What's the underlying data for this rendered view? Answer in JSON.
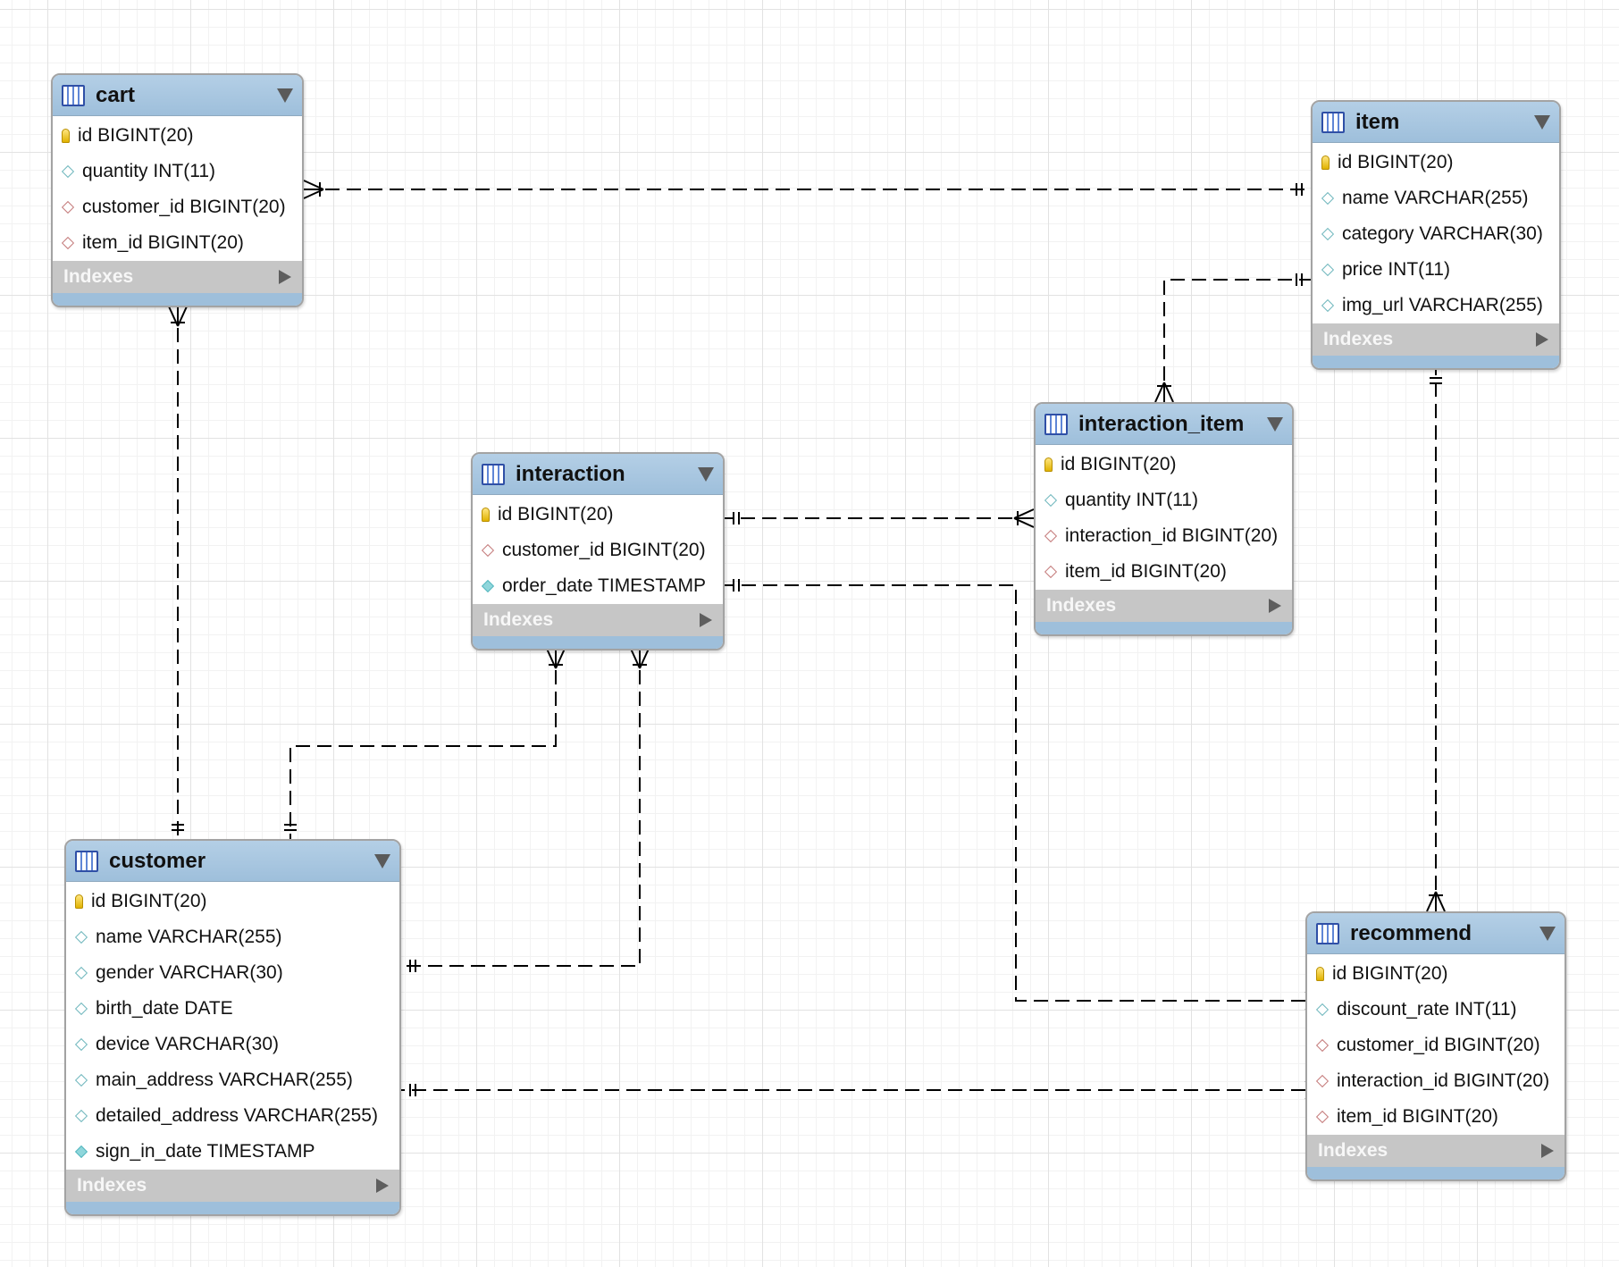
{
  "diagram": {
    "tables": [
      {
        "key": "cart",
        "name": "cart",
        "columns": [
          {
            "text": "id BIGINT(20)",
            "kind": "primary-key"
          },
          {
            "text": "quantity INT(11)",
            "kind": "column"
          },
          {
            "text": "customer_id BIGINT(20)",
            "kind": "foreign-key"
          },
          {
            "text": "item_id BIGINT(20)",
            "kind": "foreign-key"
          }
        ],
        "indexes_label": "Indexes"
      },
      {
        "key": "item",
        "name": "item",
        "columns": [
          {
            "text": "id BIGINT(20)",
            "kind": "primary-key"
          },
          {
            "text": "name VARCHAR(255)",
            "kind": "column"
          },
          {
            "text": "category VARCHAR(30)",
            "kind": "column"
          },
          {
            "text": "price INT(11)",
            "kind": "column"
          },
          {
            "text": "img_url VARCHAR(255)",
            "kind": "column"
          }
        ],
        "indexes_label": "Indexes"
      },
      {
        "key": "interaction_item",
        "name": "interaction_item",
        "columns": [
          {
            "text": "id BIGINT(20)",
            "kind": "primary-key"
          },
          {
            "text": "quantity INT(11)",
            "kind": "column"
          },
          {
            "text": "interaction_id BIGINT(20)",
            "kind": "foreign-key"
          },
          {
            "text": "item_id BIGINT(20)",
            "kind": "foreign-key"
          }
        ],
        "indexes_label": "Indexes"
      },
      {
        "key": "interaction",
        "name": "interaction",
        "columns": [
          {
            "text": "id BIGINT(20)",
            "kind": "primary-key"
          },
          {
            "text": "customer_id BIGINT(20)",
            "kind": "foreign-key"
          },
          {
            "text": "order_date TIMESTAMP",
            "kind": "timestamp"
          }
        ],
        "indexes_label": "Indexes"
      },
      {
        "key": "customer",
        "name": "customer",
        "columns": [
          {
            "text": "id BIGINT(20)",
            "kind": "primary-key"
          },
          {
            "text": "name VARCHAR(255)",
            "kind": "column"
          },
          {
            "text": "gender VARCHAR(30)",
            "kind": "column"
          },
          {
            "text": "birth_date DATE",
            "kind": "column"
          },
          {
            "text": "device VARCHAR(30)",
            "kind": "column"
          },
          {
            "text": "main_address VARCHAR(255)",
            "kind": "column"
          },
          {
            "text": "detailed_address VARCHAR(255)",
            "kind": "column"
          },
          {
            "text": "sign_in_date TIMESTAMP",
            "kind": "timestamp"
          }
        ],
        "indexes_label": "Indexes"
      },
      {
        "key": "recommend",
        "name": "recommend",
        "columns": [
          {
            "text": "id BIGINT(20)",
            "kind": "primary-key"
          },
          {
            "text": "discount_rate INT(11)",
            "kind": "column"
          },
          {
            "text": "customer_id BIGINT(20)",
            "kind": "foreign-key"
          },
          {
            "text": "interaction_id BIGINT(20)",
            "kind": "foreign-key"
          },
          {
            "text": "item_id BIGINT(20)",
            "kind": "foreign-key"
          }
        ],
        "indexes_label": "Indexes"
      }
    ],
    "relationships": [
      {
        "from": "cart",
        "to": "item",
        "from_end": "many",
        "to_end": "one"
      },
      {
        "from": "cart",
        "to": "customer",
        "from_end": "many",
        "to_end": "one"
      },
      {
        "from": "interaction_item",
        "to": "item",
        "from_end": "many",
        "to_end": "one"
      },
      {
        "from": "interaction_item",
        "to": "interaction",
        "from_end": "many",
        "to_end": "one"
      },
      {
        "from": "interaction",
        "to": "customer",
        "from_end": "many",
        "to_end": "one"
      },
      {
        "from": "recommend",
        "to": "customer",
        "from_end": "many",
        "to_end": "one"
      },
      {
        "from": "recommend",
        "to": "interaction",
        "from_end": "many",
        "to_end": "one"
      },
      {
        "from": "recommend",
        "to": "item",
        "from_end": "many",
        "to_end": "one"
      }
    ]
  }
}
